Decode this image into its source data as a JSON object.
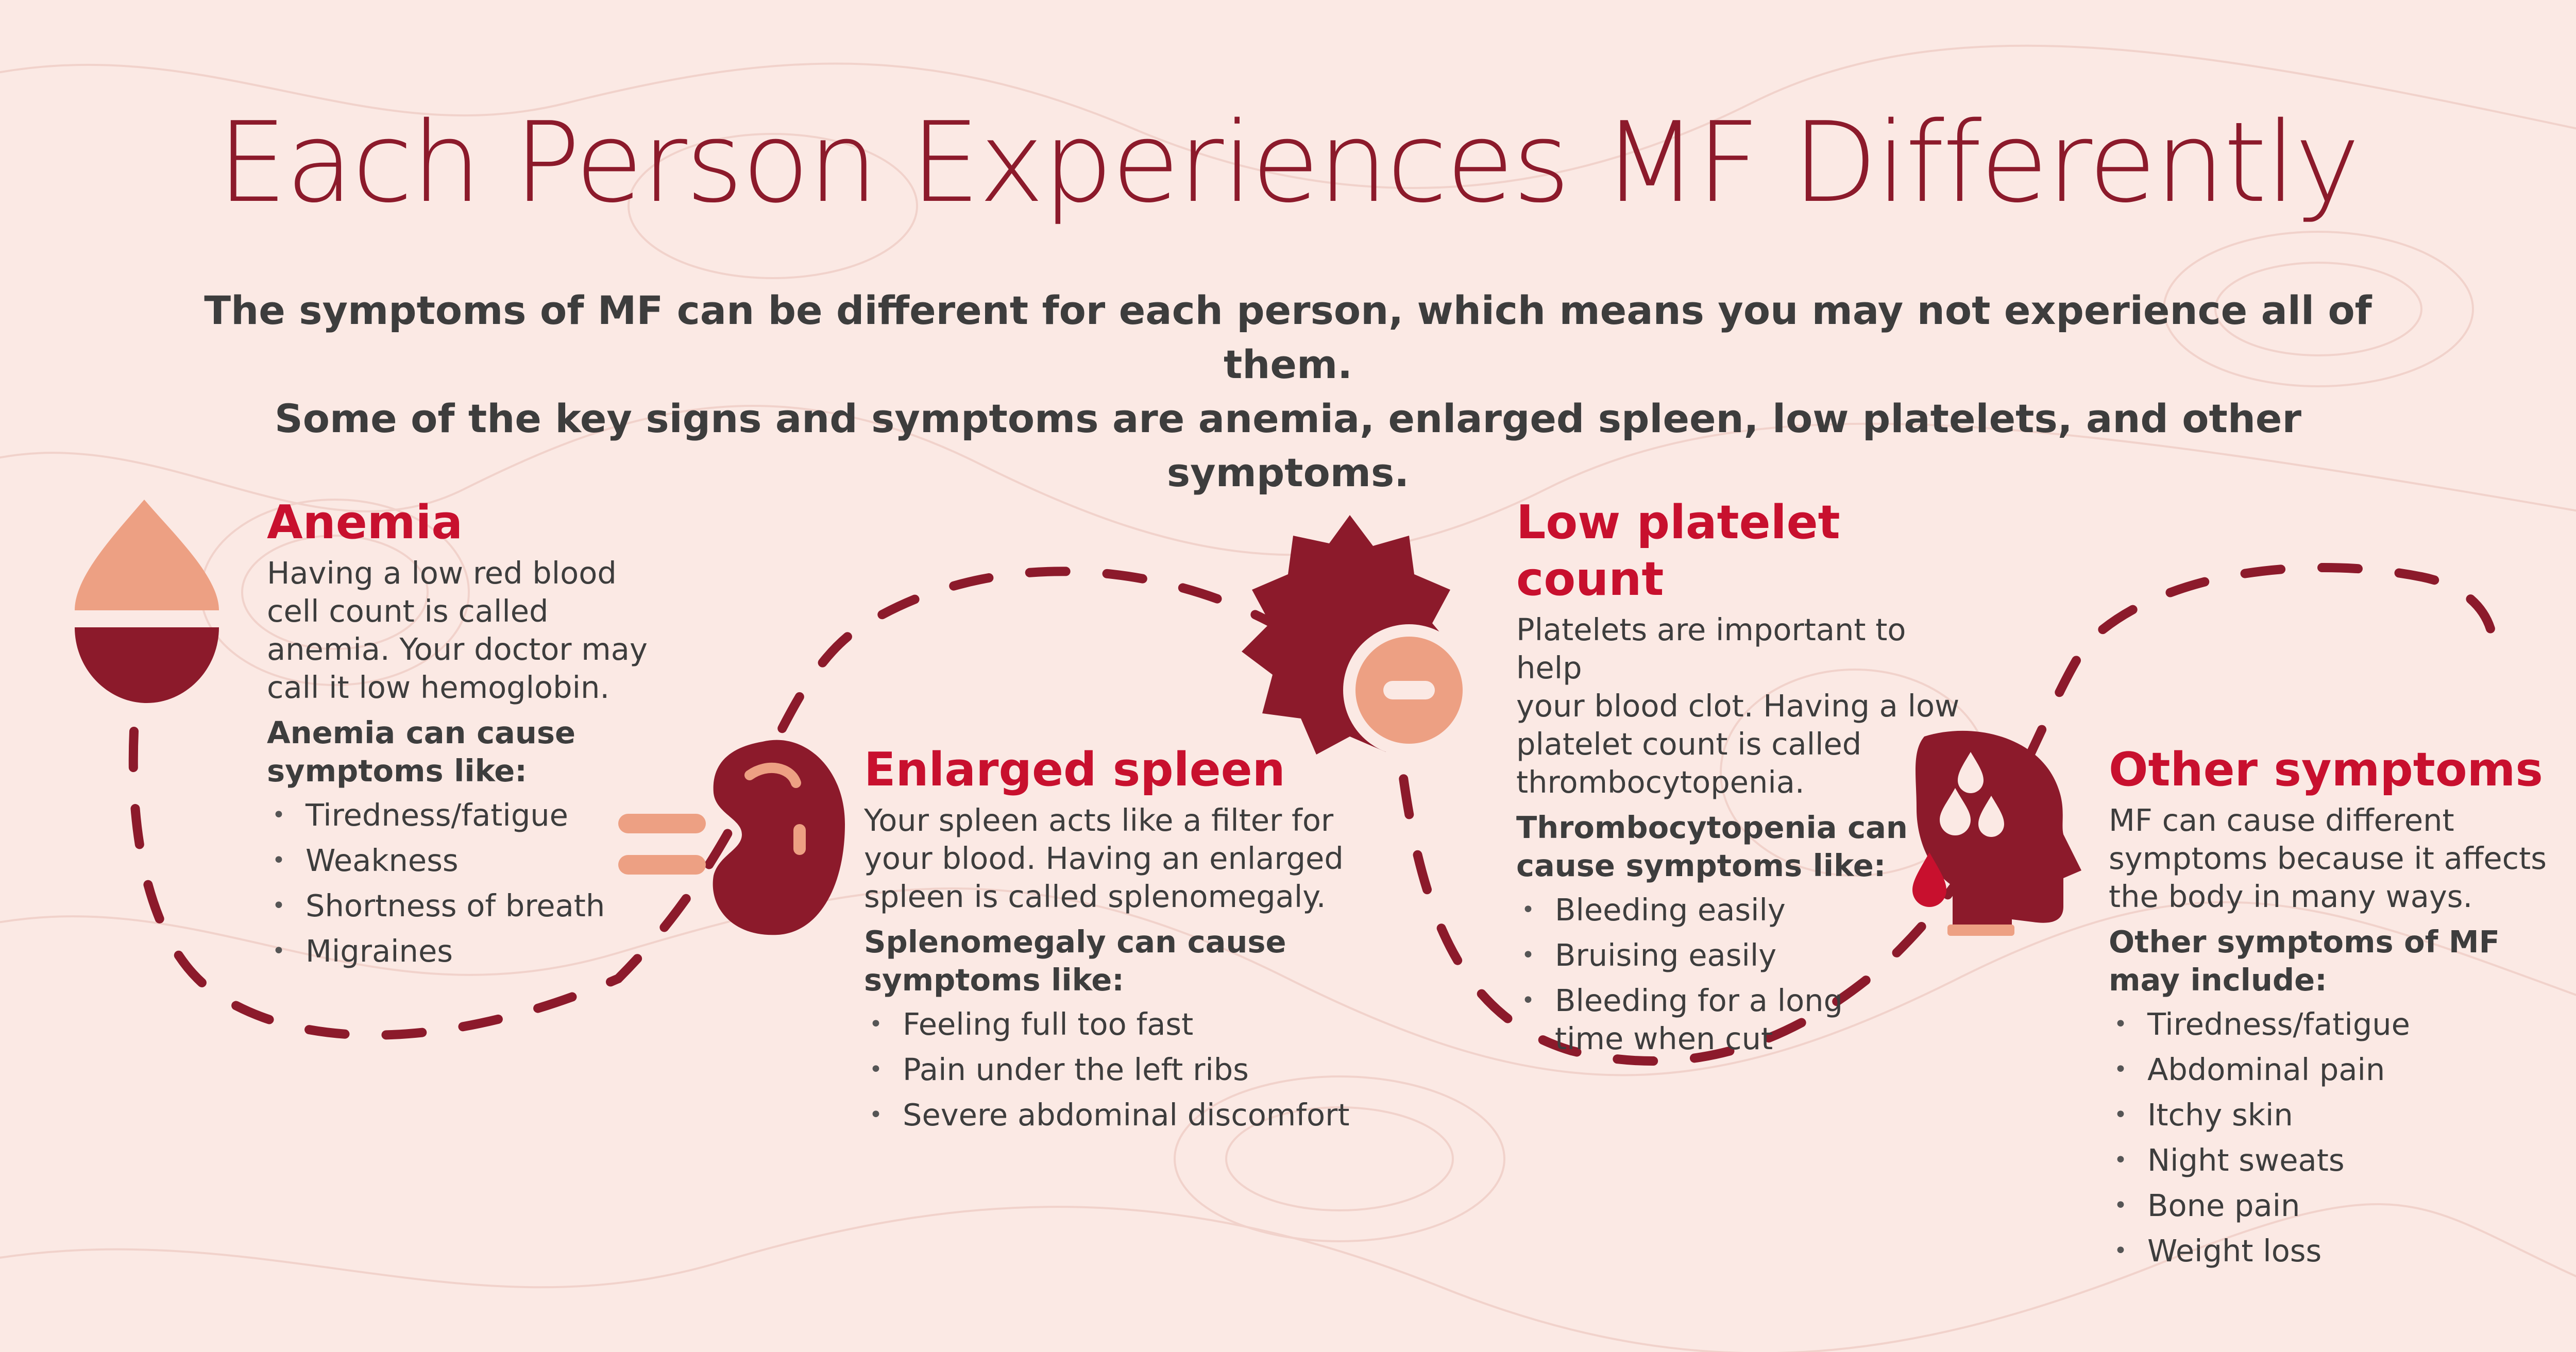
{
  "title": "Each Person Experiences MF Differently",
  "subtitle": {
    "line1": "The symptoms of MF can be different for each person, which means you may not experience all of them.",
    "line2": "Some of the key signs and symptoms are anemia, enlarged spleen, low platelets, and other symptoms."
  },
  "colors": {
    "background": "#fbe9e4",
    "dark_red": "#8c1a2b",
    "bright_red": "#c8102e",
    "peach": "#eda083",
    "text": "#3d3d3d"
  },
  "sections": {
    "anemia": {
      "icon": "blood-drop-icon",
      "heading": "Anemia",
      "desc": [
        "Having a low red blood",
        "cell count is called",
        "anemia. Your doctor may",
        "call it low hemoglobin."
      ],
      "sub": [
        "Anemia can cause",
        "symptoms like:"
      ],
      "items": [
        "Tiredness/fatigue",
        "Weakness",
        "Shortness of breath",
        "Migraines"
      ]
    },
    "spleen": {
      "icon": "spleen-icon",
      "heading": "Enlarged spleen",
      "desc": [
        "Your spleen acts like a filter for",
        "your blood. Having an enlarged",
        "spleen is called splenomegaly."
      ],
      "sub": [
        "Splenomegaly can cause",
        "symptoms like:"
      ],
      "items": [
        "Feeling full too fast",
        "Pain under the left ribs",
        "Severe abdominal discomfort"
      ]
    },
    "platelet": {
      "icon": "platelet-minus-icon",
      "heading": "Low platelet count",
      "desc": [
        "Platelets are important to help",
        "your blood clot. Having a low",
        "platelet count is called",
        "thrombocytopenia."
      ],
      "sub": [
        "Thrombocytopenia can",
        "cause symptoms like:"
      ],
      "items": [
        "Bleeding easily",
        "Bruising easily",
        "Bleeding for a long\ntime when cut"
      ]
    },
    "other": {
      "icon": "sweating-head-icon",
      "heading": "Other symptoms",
      "desc": [
        "MF can cause different",
        "symptoms because it affects",
        "the body in many ways."
      ],
      "sub": [
        "Other symptoms of MF",
        "may include:"
      ],
      "items": [
        "Tiredness/fatigue",
        "Abdominal pain",
        "Itchy skin",
        "Night sweats",
        "Bone pain",
        "Weight loss"
      ]
    }
  }
}
